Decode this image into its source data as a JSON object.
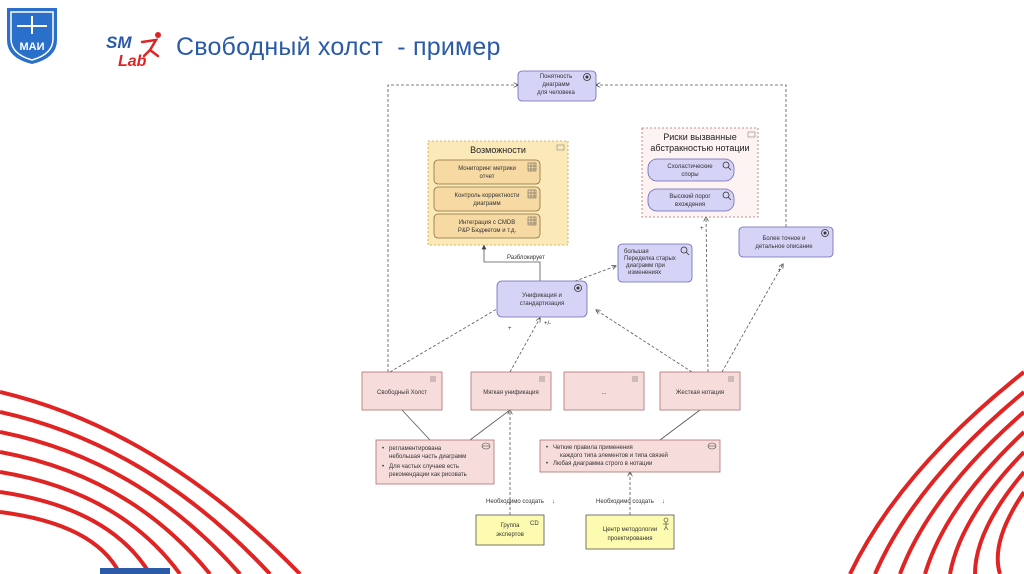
{
  "header": {
    "title": "Свободный холст  - пример",
    "logo_mai_text": "МАИ",
    "logo_sm_line1": "SM",
    "logo_sm_line2": "Lab"
  },
  "colors": {
    "title": "#2a5aa8",
    "stripes": "#e02424",
    "purple_fill": "#d5d3f6",
    "purple_stroke": "#6b67b8",
    "yellow_fill": "#fbe9b8",
    "yellow_stroke": "#c9a244",
    "pink_fill": "#f7dcdc",
    "pink_stroke": "#b07070",
    "bright_yellow": "#fdfbb0"
  },
  "diagram": {
    "top_node": [
      "Понятность",
      "диаграмм",
      "для человека"
    ],
    "capabilities": {
      "title": "Возможности",
      "items": [
        [
          "Мониторинг метрики",
          "отчет"
        ],
        [
          "Контроль корректности",
          "диаграмм"
        ],
        [
          "Интеграция с CMDB",
          "P&P Бюджетом и т.д."
        ]
      ]
    },
    "risks": {
      "title": [
        "Риски вызванные",
        "абстракностью нотации"
      ],
      "items": [
        [
          "Схоластические",
          "споры"
        ],
        [
          "Высокий порог",
          "вхождения"
        ]
      ]
    },
    "precise_node": [
      "Более точное и",
      "детальное описание"
    ],
    "redraw_node": [
      "большая",
      "Переделка старых",
      "диаграмм при",
      "изменениях"
    ],
    "unification_node": [
      "Унификация и",
      "стандартизация"
    ],
    "unblocks_label": "Разблокирует",
    "plus_minus": "+/-",
    "plus": "+",
    "approaches": [
      "Свободный Холст",
      "Мягкая унификация",
      "...",
      "Жесткая нотация"
    ],
    "soft_details": [
      "регламентирована",
      "небольшая часть диаграмм",
      "Для частых случаев есть",
      "рекомендации как рисовать"
    ],
    "hard_details": [
      "Четкие правила применения",
      "каждого типа элементов и типа связей",
      "Любая диаграмма строго в нотации"
    ],
    "need_create_1": "Необходимо создать",
    "need_create_2": "Необходимо создать",
    "experts": [
      "Группа",
      "экспертов"
    ],
    "methodology": [
      "Центр методологии",
      "проектирования"
    ]
  }
}
